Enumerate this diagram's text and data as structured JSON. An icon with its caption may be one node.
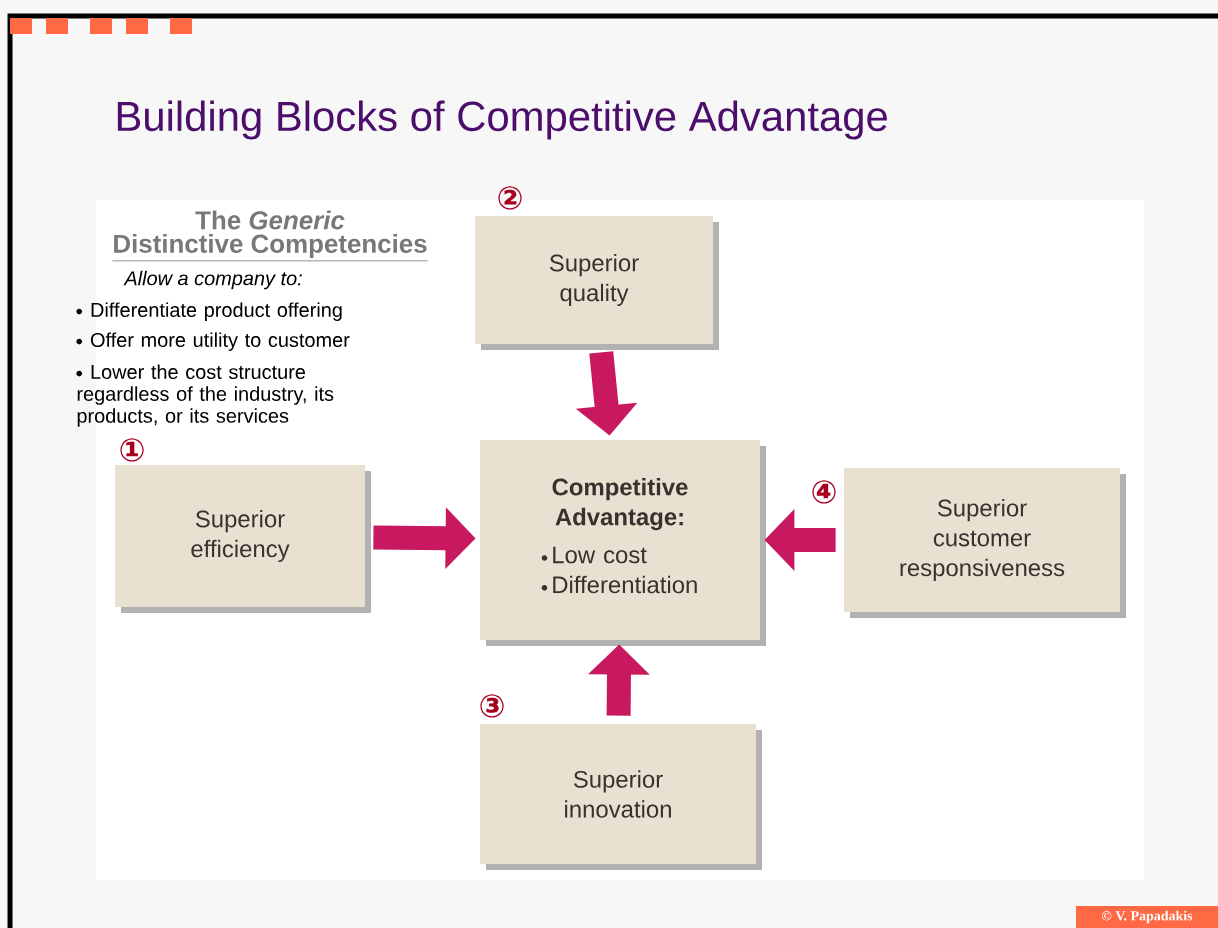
{
  "diagram": {
    "title": "Building Blocks of Competitive Advantage",
    "nodes": [
      {
        "text": [
          "Superior quality"
        ],
        "beside": [
          "②"
        ]
      },
      {
        "text": [
          "Superior efficiency"
        ],
        "beside": [
          "①"
        ]
      },
      {
        "text": [
          "Competitive Advantage:",
          "Low cost",
          "Differentiation"
        ]
      },
      {
        "text": [
          "Superior customer responsiveness"
        ],
        "beside": [
          "④"
        ]
      },
      {
        "text": [
          "Superior innovation"
        ],
        "beside": [
          "③"
        ]
      }
    ],
    "edges": [
      {
        "from": 0,
        "to": 2,
        "arrow": "to"
      },
      {
        "from": 1,
        "to": 2,
        "arrow": "to"
      },
      {
        "from": 3,
        "to": 2,
        "arrow": "to"
      },
      {
        "from": 4,
        "to": 2,
        "arrow": "to"
      }
    ],
    "labels": [
      "The *Generic*",
      "Distinctive Competencies",
      "Allow a company to:",
      "Differentiate product offering",
      "Offer more utility to customer",
      "Lower the cost structure regardless of the industry, its products, or its services",
      "© V. Papadakis"
    ]
  }
}
